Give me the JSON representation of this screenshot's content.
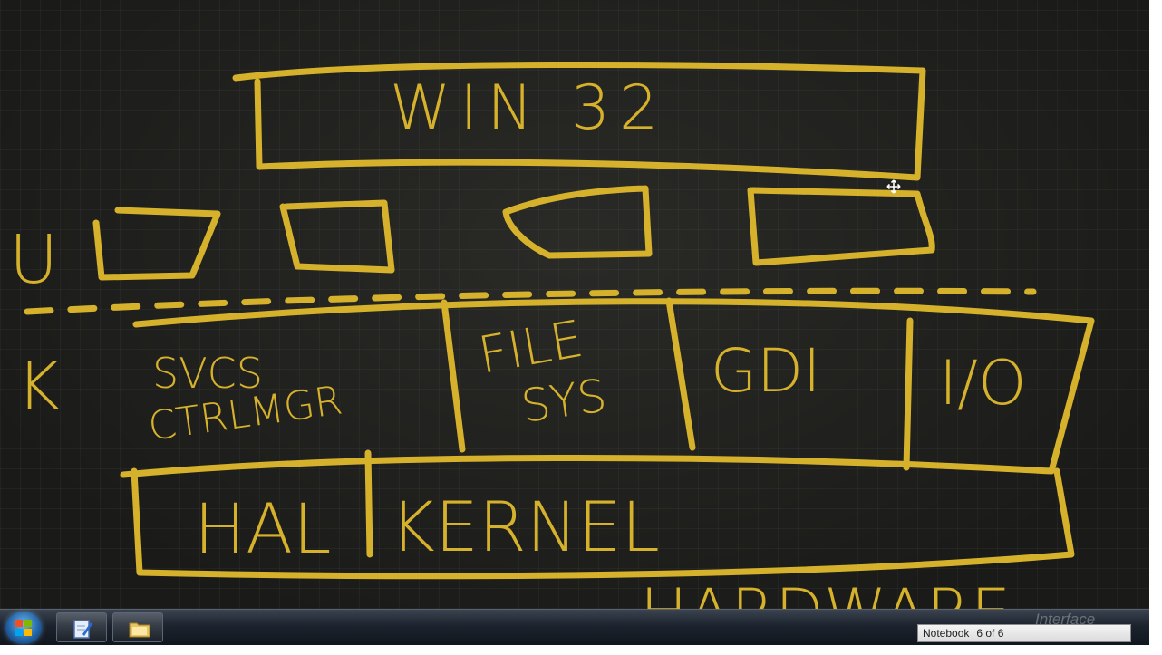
{
  "whiteboard": {
    "win32": "WIN 32",
    "user_mode": "U",
    "kernel_mode": "K",
    "svcs_line1": "SVCS",
    "svcs_line2": "CTRLMGR",
    "file_line1": "FILE",
    "file_line2": "SYS",
    "gdi": "GDI",
    "io": "I/O",
    "hal": "HAL",
    "kernel": "KERNEL",
    "hardware": "HARDWARE",
    "ink_color": "#d6b22c"
  },
  "taskbar": {
    "notebook_label": "Notebook",
    "notebook_count": "6 of 6",
    "watermark": "Interface"
  }
}
